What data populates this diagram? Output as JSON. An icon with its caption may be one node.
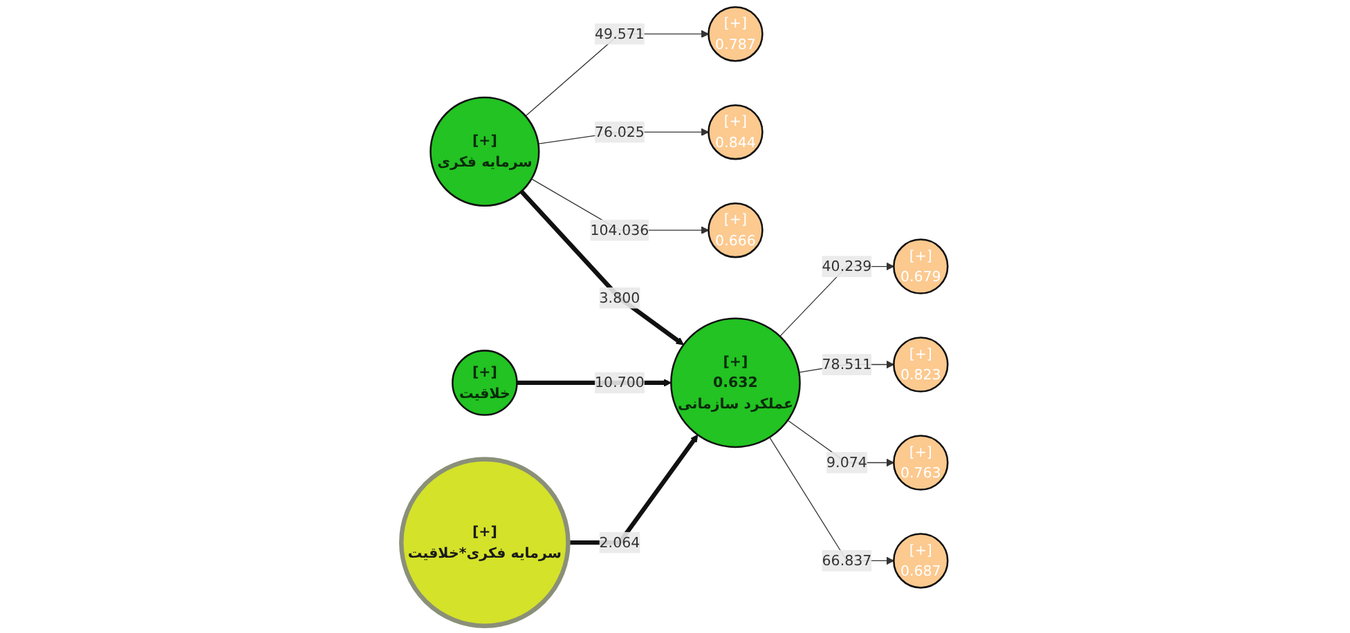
{
  "diagram": {
    "nodes": [
      {
        "text": [
          "[+]",
          "0.787"
        ]
      },
      {
        "text": [
          "[+]",
          "0.844"
        ]
      },
      {
        "text": [
          "[+]",
          "0.666"
        ]
      },
      {
        "text": [
          "[+]",
          "سرمایه فکری"
        ]
      },
      {
        "text": [
          "[+]",
          "خلاقیت"
        ]
      },
      {
        "text": [
          "[+]",
          "سرمایه فکری*خلاقیت"
        ]
      },
      {
        "text": [
          "[+]",
          "0.632",
          "عملکرد سازمانی"
        ]
      },
      {
        "text": [
          "[+]",
          "0.679"
        ]
      },
      {
        "text": [
          "[+]",
          "0.823"
        ]
      },
      {
        "text": [
          "[+]",
          "0.763"
        ]
      },
      {
        "text": [
          "[+]",
          "0.687"
        ]
      }
    ],
    "edges": [
      {
        "from": 3,
        "to": 0,
        "arrow": "to",
        "label": "49.571"
      },
      {
        "from": 3,
        "to": 1,
        "arrow": "to",
        "label": "76.025"
      },
      {
        "from": 3,
        "to": 2,
        "arrow": "to",
        "label": "104.036"
      },
      {
        "from": 4,
        "to": 6,
        "arrow": "to",
        "label": "10.700",
        "style": "thick"
      },
      {
        "from": 3,
        "to": 6,
        "arrow": "to",
        "label": "3.800",
        "style": "thick"
      },
      {
        "from": 5,
        "to": 6,
        "arrow": "to",
        "label": "2.064",
        "style": "thick"
      },
      {
        "from": 6,
        "to": 7,
        "arrow": "to",
        "label": "40.239"
      },
      {
        "from": 6,
        "to": 8,
        "arrow": "to",
        "label": "78.511"
      },
      {
        "from": 6,
        "to": 9,
        "arrow": "to",
        "label": "9.074"
      },
      {
        "from": 6,
        "to": 10,
        "arrow": "to",
        "label": "66.837"
      }
    ]
  }
}
